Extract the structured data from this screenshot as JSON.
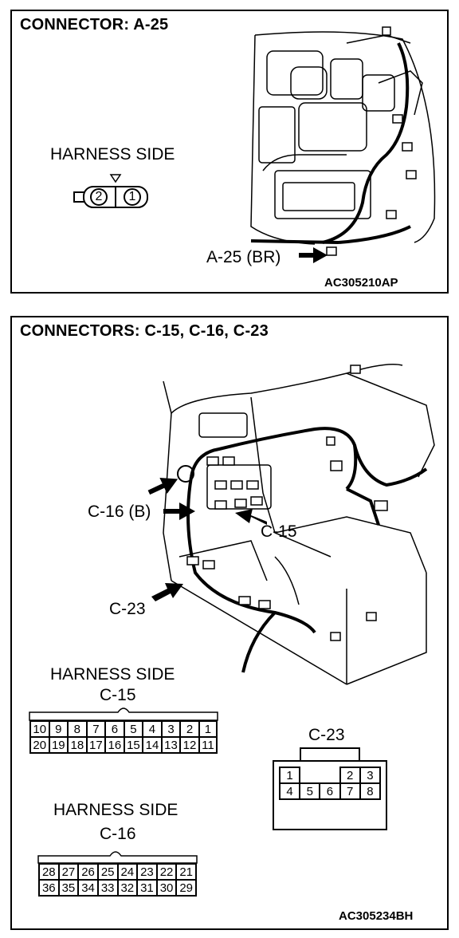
{
  "panel_a": {
    "title": "CONNECTOR: A-25",
    "harness_side": "HARNESS SIDE",
    "pins": [
      "2",
      "1"
    ],
    "callout": "A-25 (BR)",
    "code": "AC305210AP"
  },
  "panel_b": {
    "title": "CONNECTORS: C-15, C-16, C-23",
    "callout_c16": "C-16 (B)",
    "callout_c15": "C-15",
    "callout_c23": "C-23",
    "c15": {
      "harness_side": "HARNESS SIDE",
      "label": "C-15",
      "row1": [
        "10",
        "9",
        "8",
        "7",
        "6",
        "5",
        "4",
        "3",
        "2",
        "1"
      ],
      "row2": [
        "20",
        "19",
        "18",
        "17",
        "16",
        "15",
        "14",
        "13",
        "12",
        "11"
      ]
    },
    "c16": {
      "harness_side": "HARNESS SIDE",
      "label": "C-16",
      "row1": [
        "28",
        "27",
        "26",
        "25",
        "24",
        "23",
        "22",
        "21"
      ],
      "row2": [
        "36",
        "35",
        "34",
        "33",
        "32",
        "31",
        "30",
        "29"
      ]
    },
    "c23": {
      "label": "C-23",
      "row1": [
        "1",
        "",
        "2",
        "3"
      ],
      "row2": [
        "4",
        "5",
        "6",
        "7",
        "8"
      ]
    },
    "code": "AC305234BH"
  }
}
